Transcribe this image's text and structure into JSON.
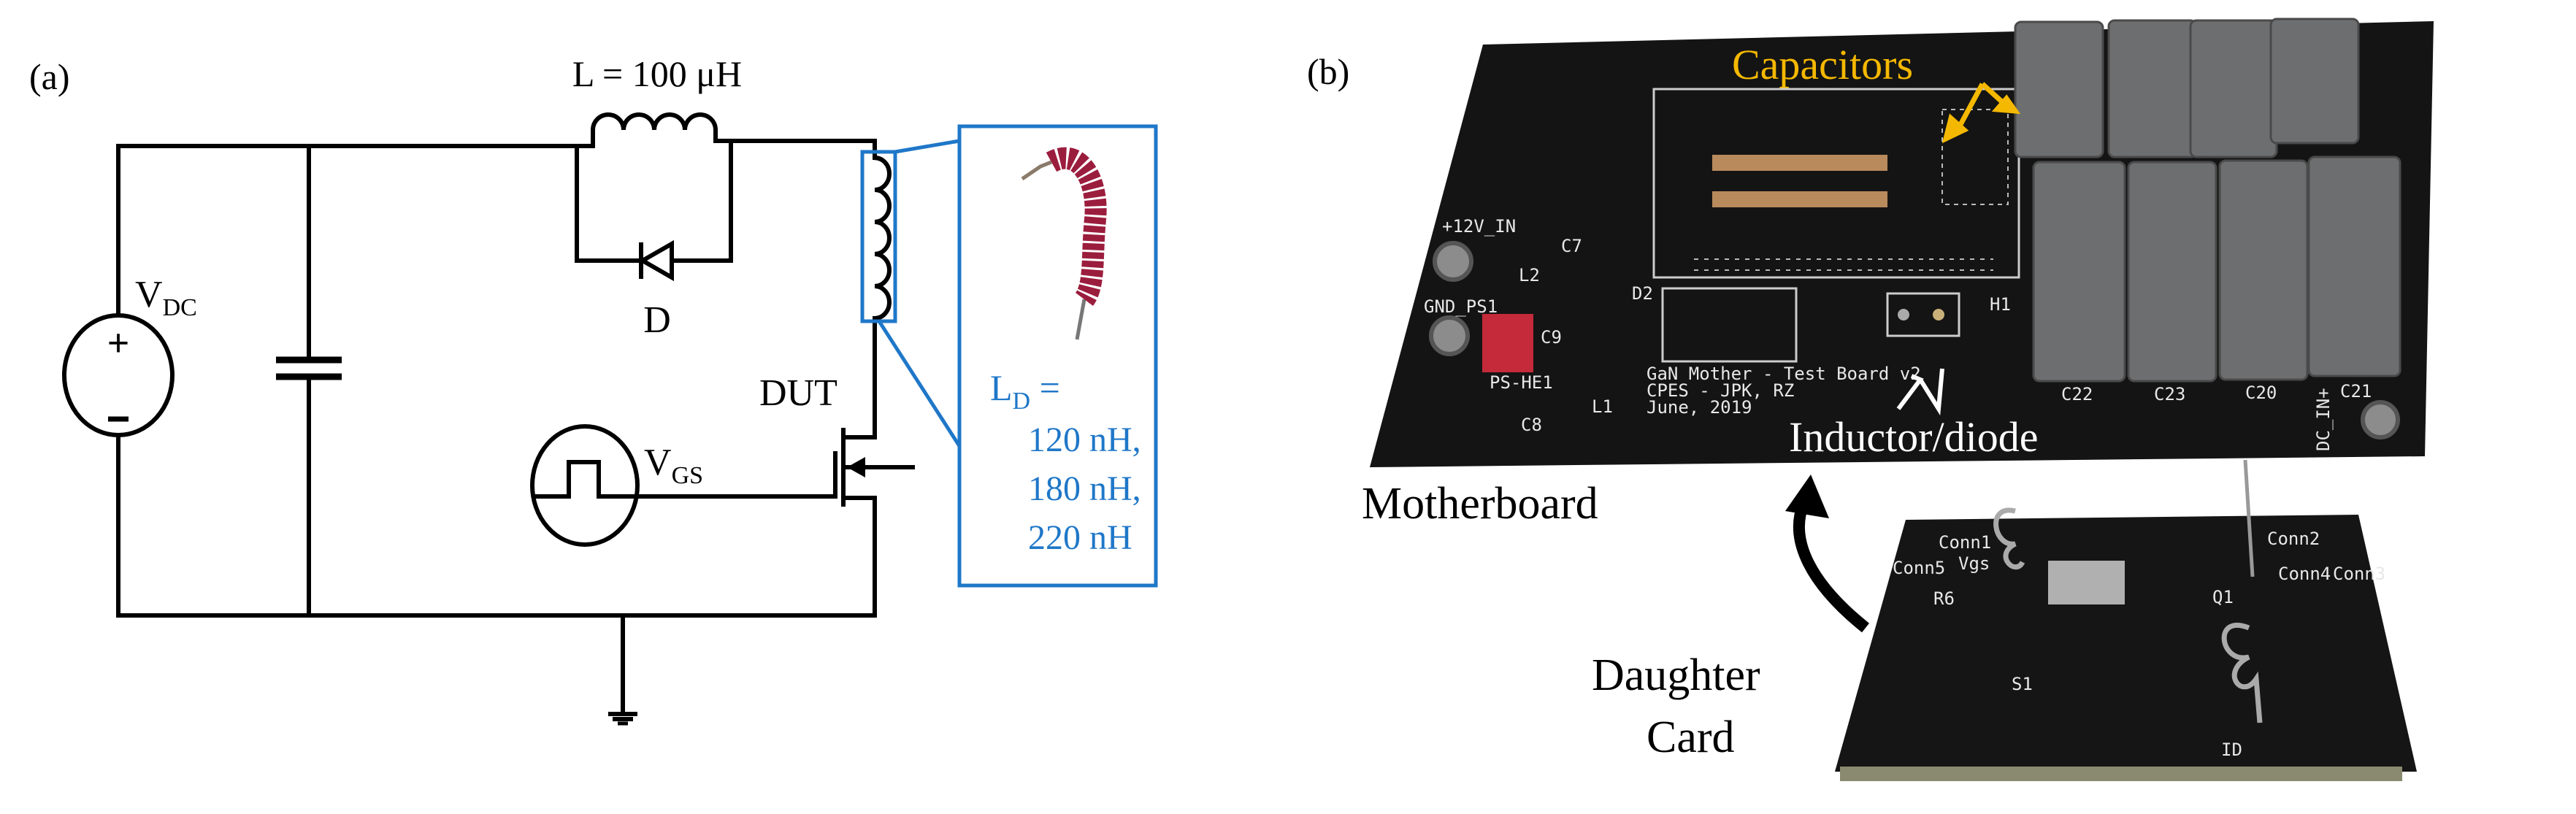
{
  "panel_a": {
    "label": "(a)",
    "inductor_label": "L = 100 μH",
    "diode_label": "D",
    "source_label": {
      "main": "V",
      "sub": "DC"
    },
    "plus": "+",
    "minus": "−",
    "dut_label": "DUT",
    "gate_label": {
      "main": "V",
      "sub": "GS"
    },
    "inset": {
      "ld_main": "L",
      "ld_sub": "D",
      "ld_eq": " =",
      "values": [
        "120 nH,",
        "180 nH,",
        "220 nH"
      ]
    }
  },
  "panel_b": {
    "label": "(b)",
    "capacitors_label": "Capacitors",
    "inductor_diode_label": "Inductor/diode",
    "motherboard_label": "Motherboard",
    "daughter_label_line1": "Daughter",
    "daughter_label_line2": "Card",
    "silkscreen": {
      "plus12v": "+12V_IN",
      "gnd": "GND_PS1",
      "pshe": "PS-HE1",
      "d2": "D2",
      "h1": "H1",
      "c9": "C9",
      "c7": "C7",
      "c8": "C8",
      "l1": "L1",
      "l2": "L2",
      "board_text": [
        "GaN Mother - Test Board v2",
        "CPES - JPK, RZ",
        "June, 2019"
      ],
      "cap_labels": [
        "C22",
        "C23",
        "C20",
        "C21"
      ],
      "dc_in": "DC_IN+",
      "conn": [
        "Conn1",
        "Conn2",
        "Conn3",
        "Conn4",
        "Conn5"
      ],
      "vgs": "Vgs",
      "r6": "R6",
      "q1": "Q1",
      "s1": "S1",
      "id": "ID"
    }
  },
  "colors": {
    "accent_blue": "#1f77c8",
    "capacitor_orange": "#f5b800",
    "pcb": "#111111",
    "film_cap": "#6d6e70",
    "coil": "#9b1d3d"
  }
}
